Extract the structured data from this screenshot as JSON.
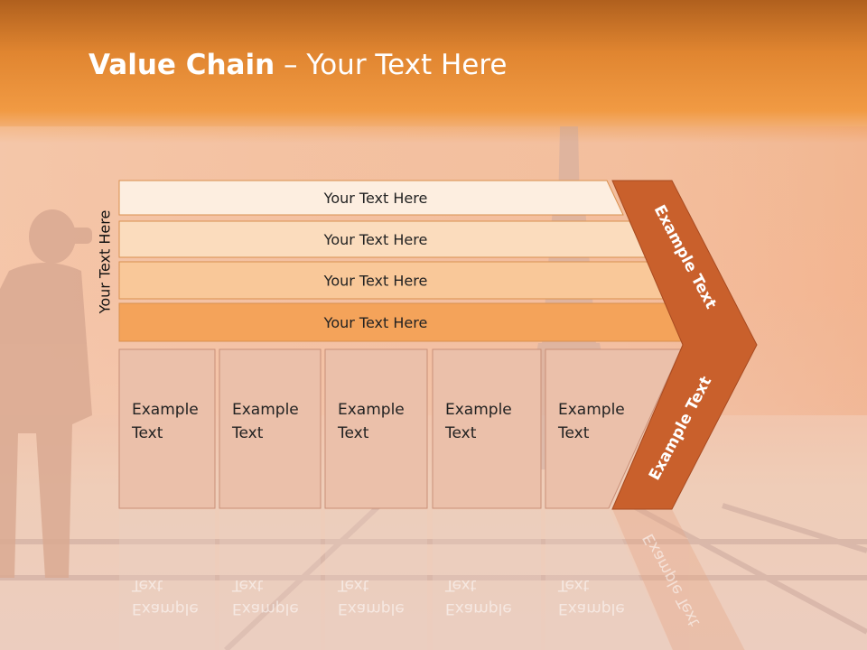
{
  "title": {
    "bold": "Value Chain",
    "rest": " – Your Text Here"
  },
  "side_label": "Your Text Here",
  "support_rows": [
    {
      "label": "Your Text Here",
      "color": "#fdeee0"
    },
    {
      "label": "Your Text Here",
      "color": "#fbdcbd"
    },
    {
      "label": "Your Text Here",
      "color": "#f9c899"
    },
    {
      "label": "Your Text Here",
      "color": "#f4a35a"
    }
  ],
  "primary_cells": [
    {
      "line1": "Example",
      "line2": "Text"
    },
    {
      "line1": "Example",
      "line2": "Text"
    },
    {
      "line1": "Example",
      "line2": "Text"
    },
    {
      "line1": "Example",
      "line2": "Text"
    },
    {
      "line1": "Example",
      "line2": "Text"
    }
  ],
  "margin_upper": "Example Text",
  "margin_lower": "Example Text",
  "colors": {
    "sky_top": "#b5651d",
    "sky_band": "#f0963a",
    "cell_fill": "#ebc0aa",
    "arrow_fill": "#c9602c"
  }
}
